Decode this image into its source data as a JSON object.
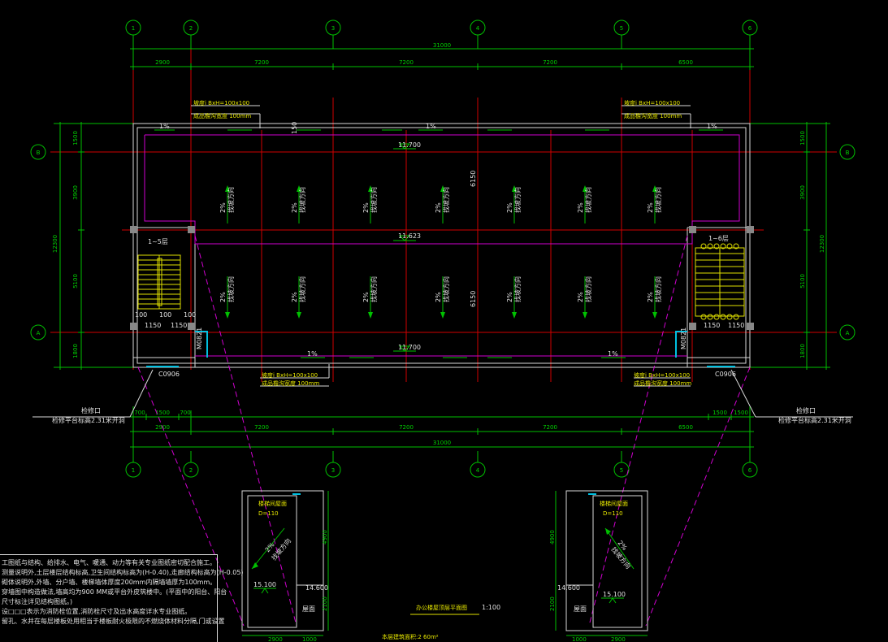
{
  "grid": {
    "columns": [
      "1",
      "2",
      "3",
      "4",
      "5",
      "6"
    ],
    "rows": [
      "B",
      "A"
    ]
  },
  "dimensions": {
    "total": "31000",
    "bays": [
      "2900",
      "7200",
      "7200",
      "7200",
      "6500"
    ],
    "bottom_sub": [
      "700",
      "1500",
      "700"
    ],
    "bottom_sub_right": [
      "1500",
      "1500"
    ],
    "vertical_left": [
      "1500",
      "3900",
      "5100",
      "1800"
    ],
    "vertical_total": "12300",
    "stair_left": [
      "100",
      "100",
      "100",
      "1150",
      "1150"
    ],
    "stair_right": [
      "1150",
      "1150"
    ]
  },
  "elevations": {
    "top": "11.700",
    "middle": "11.623",
    "bottom": "11.700",
    "detail_left_high": "15.100",
    "detail_left_low": "14.600",
    "detail_right_high": "15.100",
    "detail_right_low": "14.600"
  },
  "gutter_notes": {
    "top_left_1": "坡度i BxH=100x100",
    "top_left_2": "成品檐沟宽度 100mm",
    "top_right_1": "坡度i BxH=100x100",
    "top_right_2": "成品檐沟宽度 100mm",
    "bot_left_1": "坡度i BxH=100x100",
    "bot_left_2": "成品檐沟宽度 100mm",
    "bot_right_1": "坡度i BxH=100x100",
    "bot_right_2": "成品檐沟宽度 100mm"
  },
  "slope": {
    "percent": "2%",
    "label": "找坡方向",
    "slope_small": "1%",
    "interval": "150"
  },
  "stairs": {
    "left_title": "1~5层",
    "right_title": "1~6层"
  },
  "callouts": {
    "left_title": "检修口",
    "left_note": "检修平台标高2.31米开洞",
    "right_title": "检修口",
    "right_note": "检修平台标高2.31米开洞",
    "left_door": "C0906",
    "right_door": "C0906",
    "door_left_side": "M0821",
    "door_right_side": "M0821"
  },
  "details": {
    "left_title": "楼梯间屋面",
    "left_sub": "D=110",
    "right_title": "楼梯间屋面",
    "right_sub": "D=110",
    "left_dim_w1": "2900",
    "left_dim_w2": "1000",
    "left_dim_h1": "4900",
    "left_dim_h2": "2100",
    "right_dim_w1": "1000",
    "right_dim_w2": "2900",
    "right_dim_h1": "4900",
    "right_dim_h2": "2100",
    "left_roof_label": "屋面",
    "right_roof_label": "屋面"
  },
  "center_dims": {
    "upper": "6150",
    "lower": "6150"
  },
  "title": {
    "name": "办公楼屋顶层平面图",
    "scale": "1:100",
    "area": "本层建筑面积:2 60m²"
  },
  "notes": [
    "工图纸与结构、给排水、电气、暖通、动力等有关专业图纸密切配合施工。",
    "测量说明外,土层楼层结构标高,卫生间结构标高为(H-0.40),走廊结构标高为(H-0.05)",
    "砌体说明外,外墙、分户墙、楼梯墙体厚度200mm内隔墙墙厚为100mm。",
    "穿墙图中构造做法,墙高均为900 MM或平台外皮筑楼中。(平面中的阳台、阳台",
    "尺寸标注详见结构图纸。)",
    "设□□□表示为消防栓位置,消防栓尺寸及出水高度详水专业图纸。",
    "留孔、水井在每层楼板处用相当于楼板耐火极限的不燃烧体材料分隔,门或设置"
  ],
  "colors": {
    "grid_line": "#d00000",
    "dimension": "#00c000",
    "wall": "#d8d8d8",
    "parapet": "#d000d0",
    "stair": "#e0e000",
    "window": "#00c0e0",
    "background": "#000000"
  }
}
